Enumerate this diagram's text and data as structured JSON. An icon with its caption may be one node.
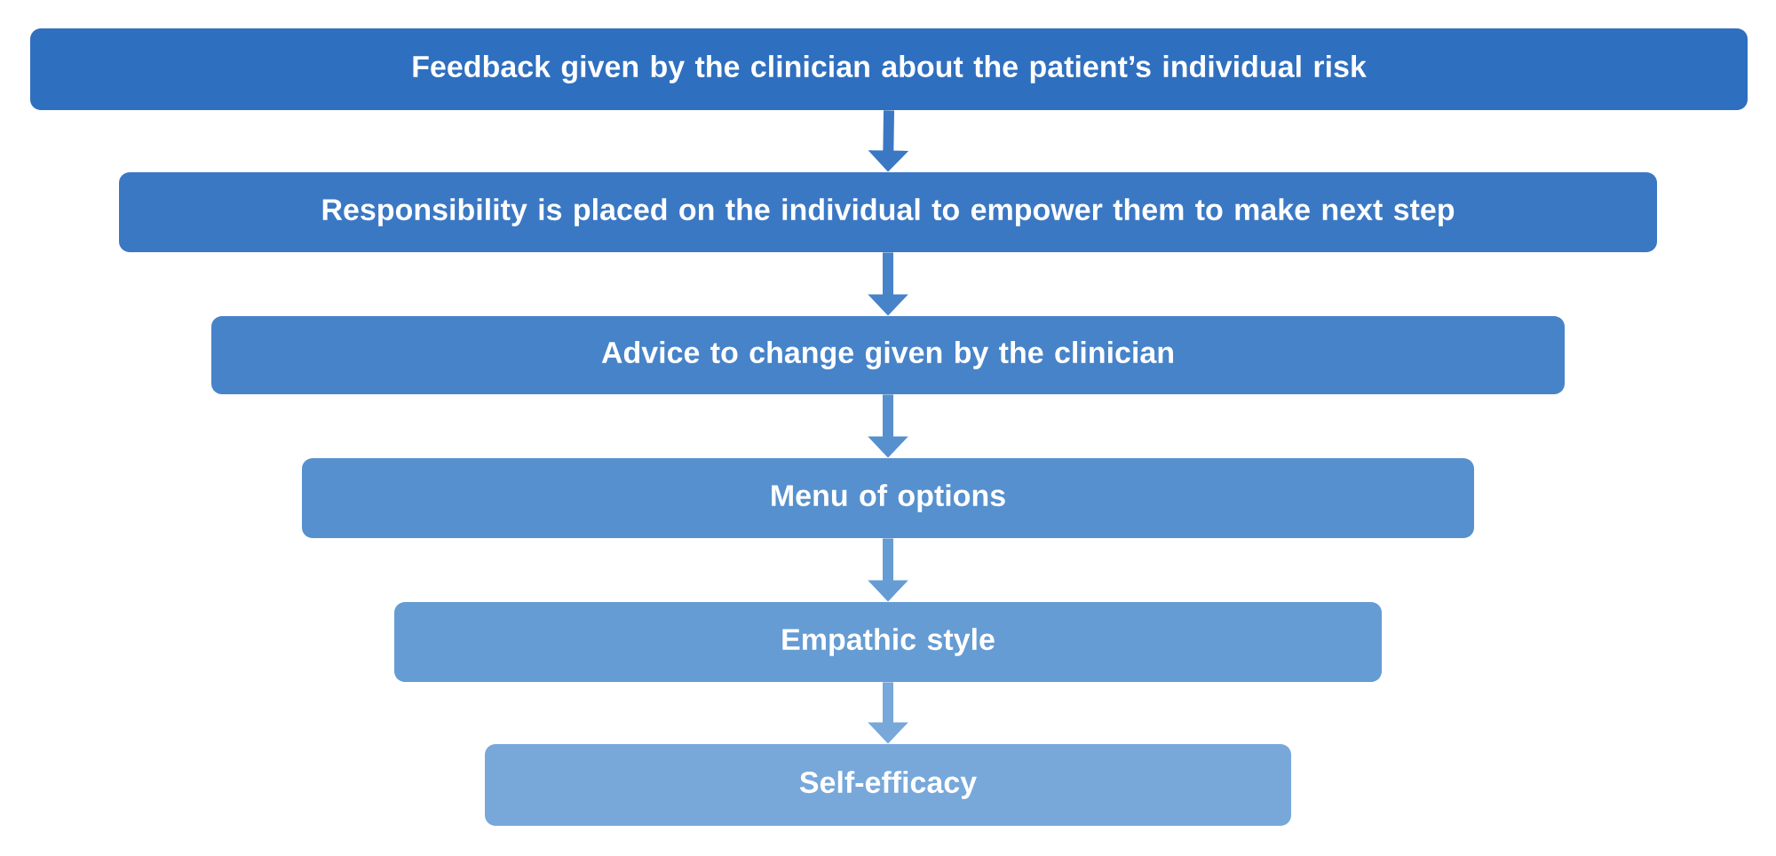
{
  "diagram": {
    "nodes": [
      {
        "text": [
          "Feedback given by the clinician about the patient’s individual risk"
        ]
      },
      {
        "text": [
          "Responsibility is placed on the individual to empower them to make next step"
        ]
      },
      {
        "text": [
          "Advice to change given by the clinician"
        ]
      },
      {
        "text": [
          "Menu of options"
        ]
      },
      {
        "text": [
          "Empathic style"
        ]
      },
      {
        "text": [
          "Self-efficacy"
        ]
      }
    ],
    "edges": [
      {
        "from": 0,
        "to": 1,
        "arrow": "to"
      },
      {
        "from": 1,
        "to": 2,
        "arrow": "to"
      },
      {
        "from": 2,
        "to": 3,
        "arrow": "to"
      },
      {
        "from": 3,
        "to": 4,
        "arrow": "to"
      },
      {
        "from": 4,
        "to": 5,
        "arrow": "to"
      }
    ]
  }
}
